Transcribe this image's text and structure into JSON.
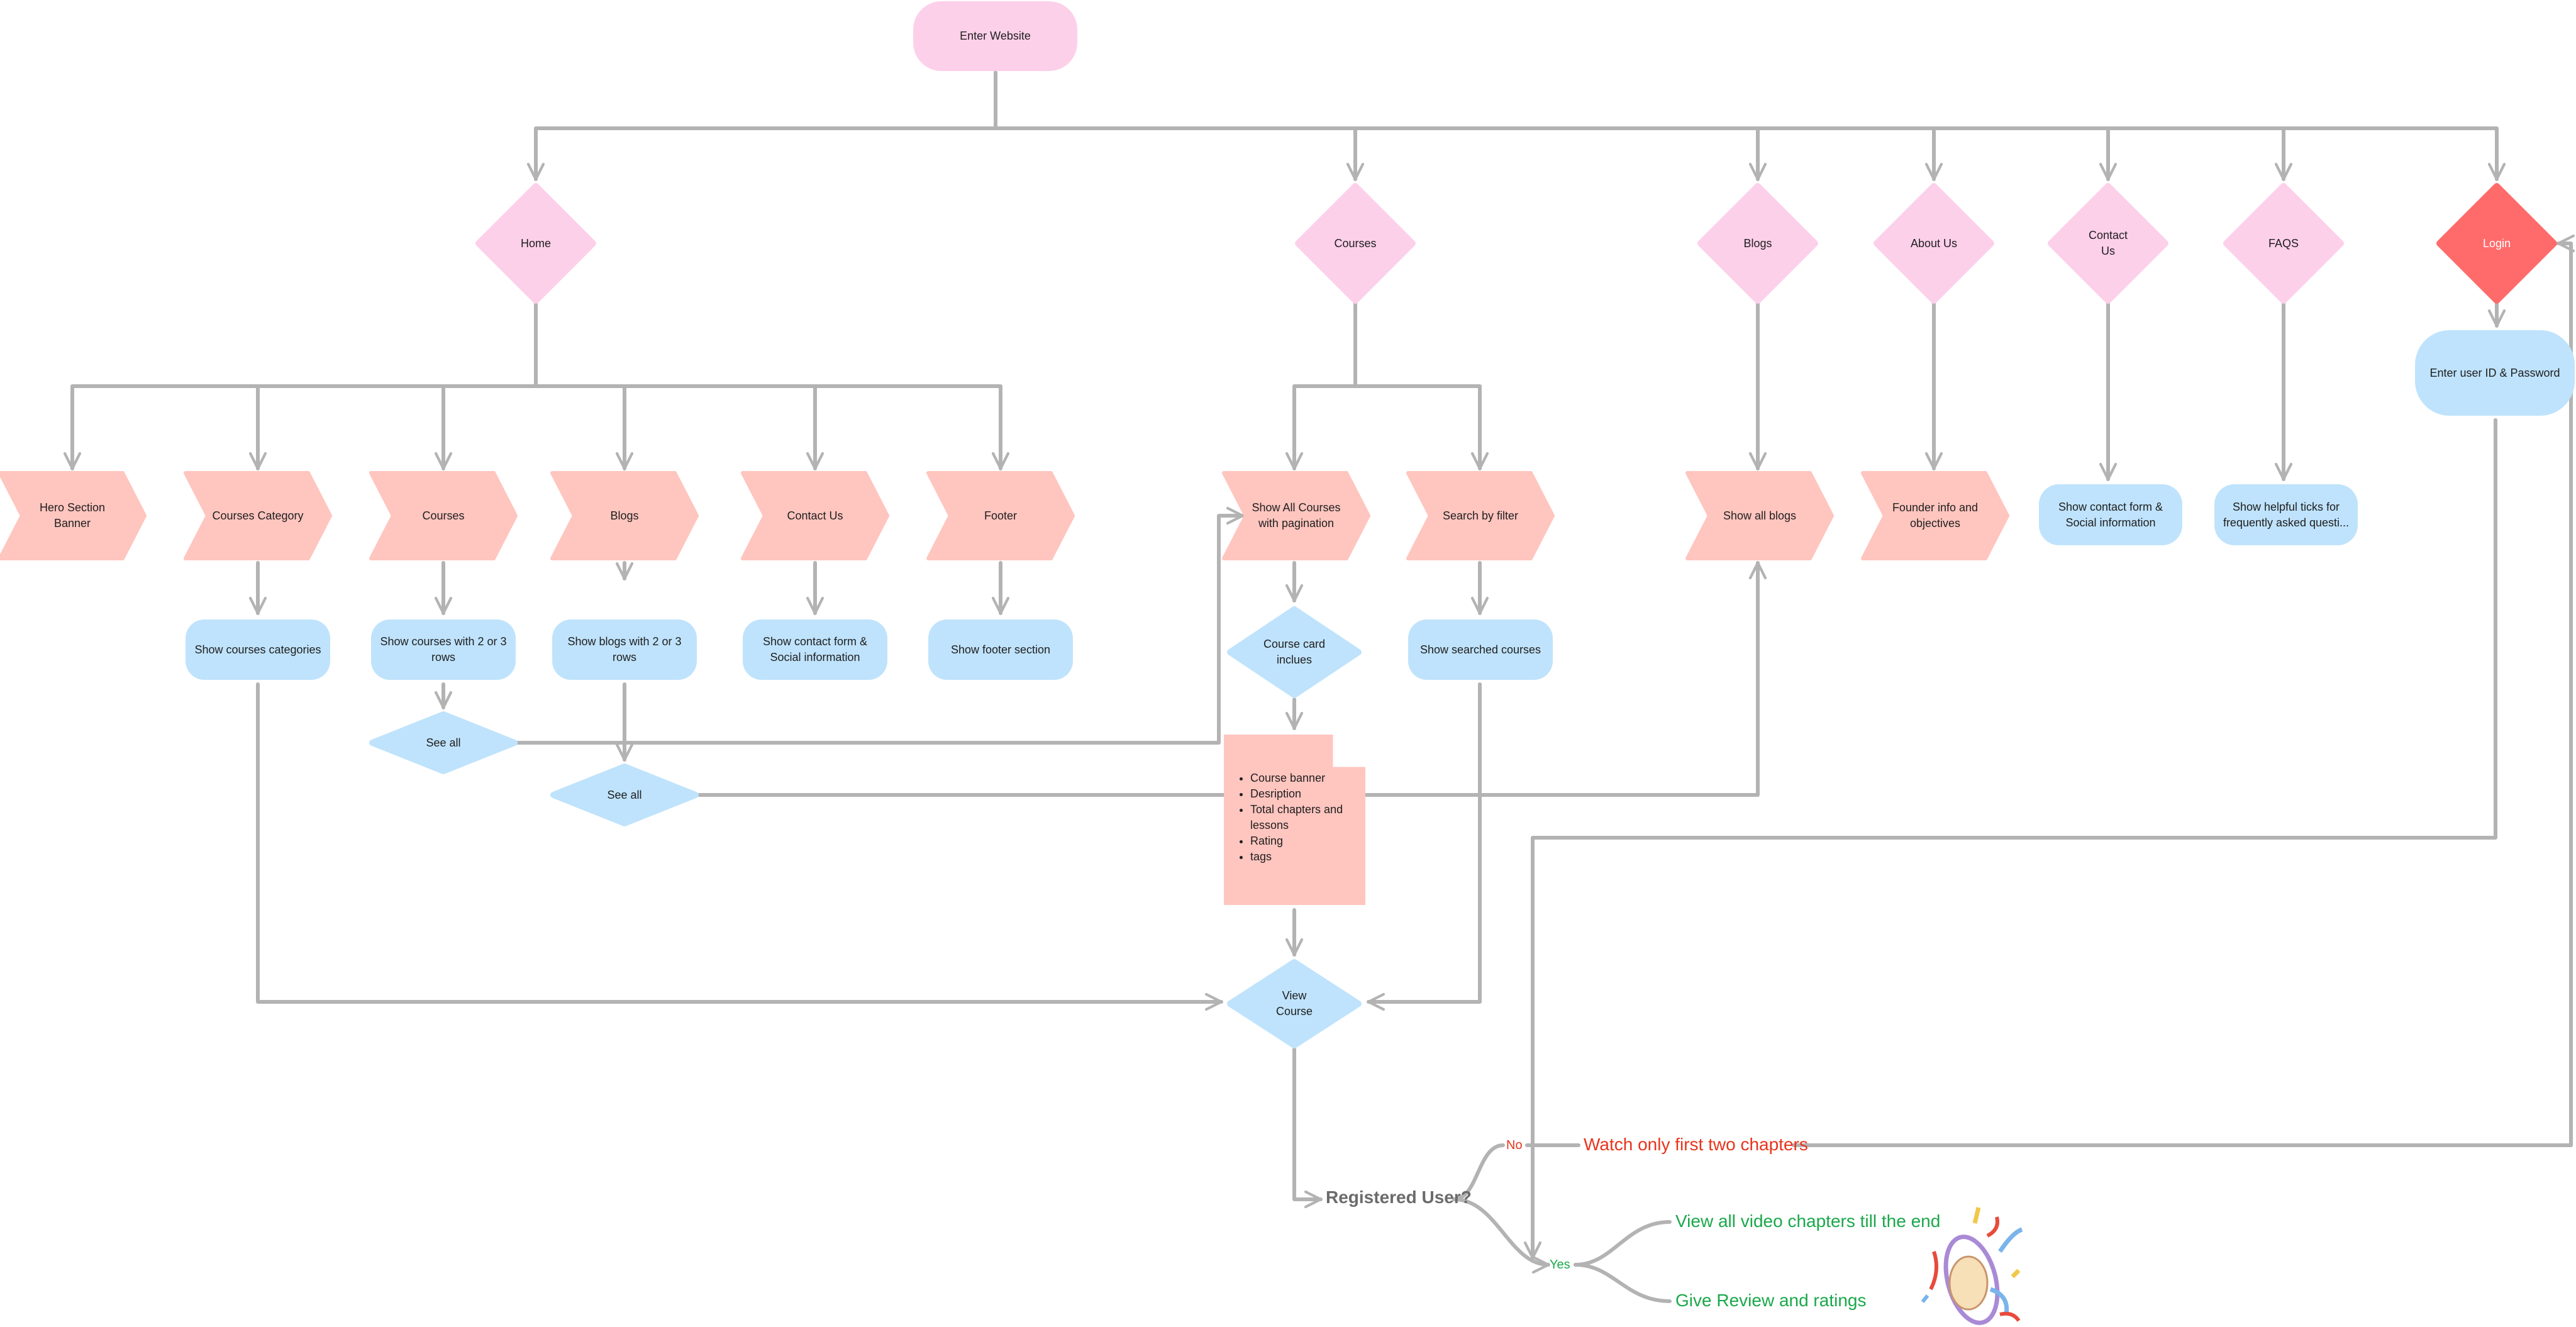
{
  "colors": {
    "connector": "#b3b3b3",
    "page_node": "#fdd0ea",
    "section_node": "#ffc5bf",
    "action_node": "#bfe3fc",
    "login_node": "#ff6b6b",
    "no_text": "#e8341c",
    "yes_text": "#1aa84a"
  },
  "start": "Enter Website",
  "pages": {
    "home": "Home",
    "courses": "Courses",
    "blogs": "Blogs",
    "about": "About Us",
    "contact": "Contact\nUs",
    "faqs": "FAQS",
    "login": "Login"
  },
  "home_sections": [
    {
      "label": "Hero Section\nBanner"
    },
    {
      "label": "Courses Category",
      "detail": "Show courses categories"
    },
    {
      "label": "Courses",
      "detail": "Show courses with 2 or 3\nrows",
      "action": "See all"
    },
    {
      "label": "Blogs",
      "detail": "Show blogs with 2 or 3\nrows",
      "action": "See all"
    },
    {
      "label": "Contact Us",
      "detail": "Show contact form &\nSocial information"
    },
    {
      "label": "Footer",
      "detail": "Show footer section"
    }
  ],
  "courses_sections": [
    {
      "label": "Show All Courses\nwith pagination",
      "detail": "Course card\ninclues"
    },
    {
      "label": "Search by filter",
      "detail": "Show searched courses"
    }
  ],
  "course_card_items": [
    "Course banner",
    "Desription",
    "Total chapters and lessons",
    "Rating",
    "tags"
  ],
  "blogs_section": "Show all blogs",
  "about_section": "Founder info and\nobjectives",
  "contact_detail": "Show contact form &\nSocial information",
  "faqs_detail": "Show helpful ticks for\nfrequently asked questi...",
  "login_detail": "Enter user ID & Password",
  "view_course": "View\nCourse",
  "decision": {
    "question": "Registered User?",
    "no_label": "No",
    "no_outcome": "Watch only first two chapters",
    "yes_label": "Yes",
    "yes_outcomes": [
      "View all video chapters till the end",
      "Give Review and ratings"
    ]
  },
  "sticker_icon": "celebration-confetti-sticker"
}
